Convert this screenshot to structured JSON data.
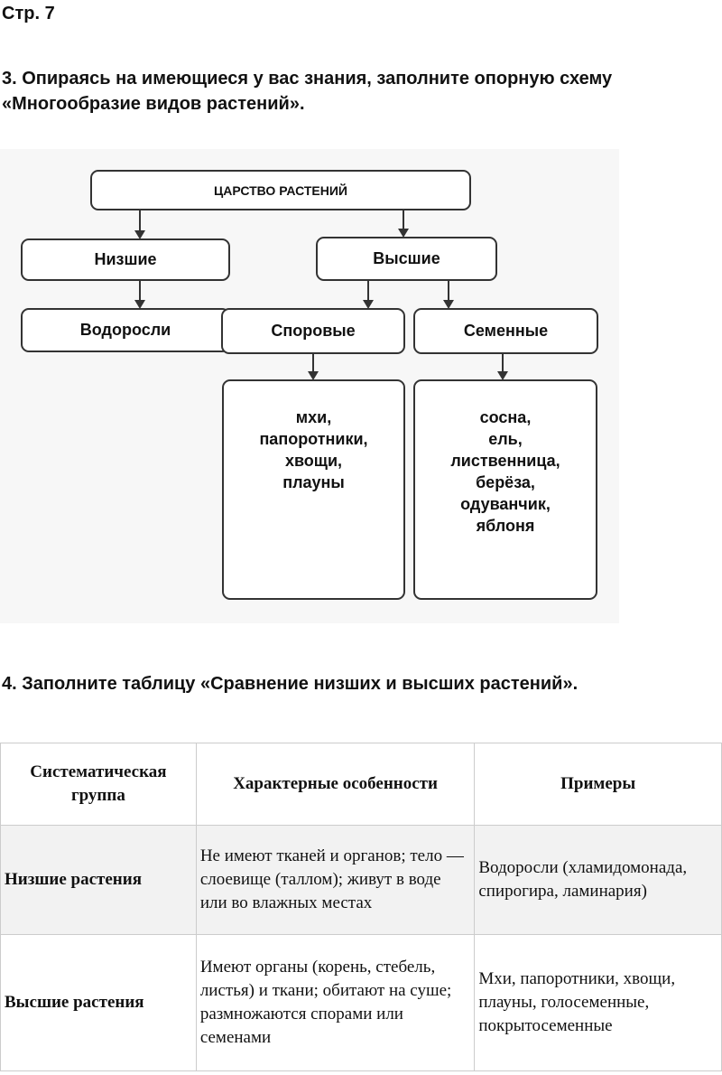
{
  "page_label": "Стр. 7",
  "task3": {
    "title_line1": "3. Опираясь на имеющиеся у вас знания, заполните опорную схему",
    "title_line2": "«Многообразие видов растений».",
    "diagram": {
      "root": "ЦАРСТВО РАСТЕНИЙ",
      "lower": "Низшие",
      "higher": "Высшие",
      "algae": "Водоросли",
      "spore": "Споровые",
      "seed": "Семенные",
      "spore_examples": [
        "мхи,",
        "папоротники,",
        "хвощи,",
        "плауны"
      ],
      "seed_examples": [
        "сосна,",
        "ель,",
        "лиственница,",
        "берёза,",
        "одуванчик,",
        "яблоня"
      ]
    }
  },
  "task4": {
    "title": "4. Заполните таблицу «Сравнение низших и высших растений».",
    "headers": [
      "Систематическая группа",
      "Характерные особенности",
      "Примеры"
    ],
    "rows": [
      {
        "group": "Низшие растения",
        "features": "Не имеют тканей и органов; тело — слоевище (таллом); живут в воде или во влажных местах",
        "examples": "Водоросли (хламидомонада, спирогира, ламинария)"
      },
      {
        "group": "Высшие растения",
        "features": "Имеют органы (корень, стебель, листья) и ткани; обитают на суше; размножаются спорами или семенами",
        "examples": "Мхи, папоротники, хвощи, плауны, голосеменные, покрытосеменные"
      }
    ]
  }
}
